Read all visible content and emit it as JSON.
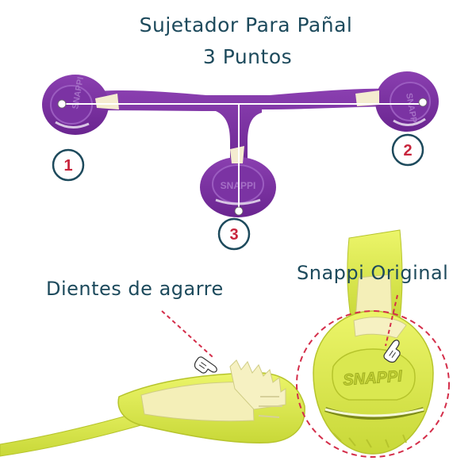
{
  "title": {
    "line1": "Sujetador Para Pañal",
    "line2": "3 Puntos"
  },
  "points": [
    "1",
    "2",
    "3"
  ],
  "callouts": {
    "teeth": "Dientes de agarre",
    "original": "Snappi Original"
  },
  "colors": {
    "text": "#1d4a5c",
    "accent": "#d42e4a",
    "fastener_purple": "#7b33a3",
    "fastener_lime": "#dae850"
  },
  "icons": [
    "hand-pointing-icon"
  ]
}
